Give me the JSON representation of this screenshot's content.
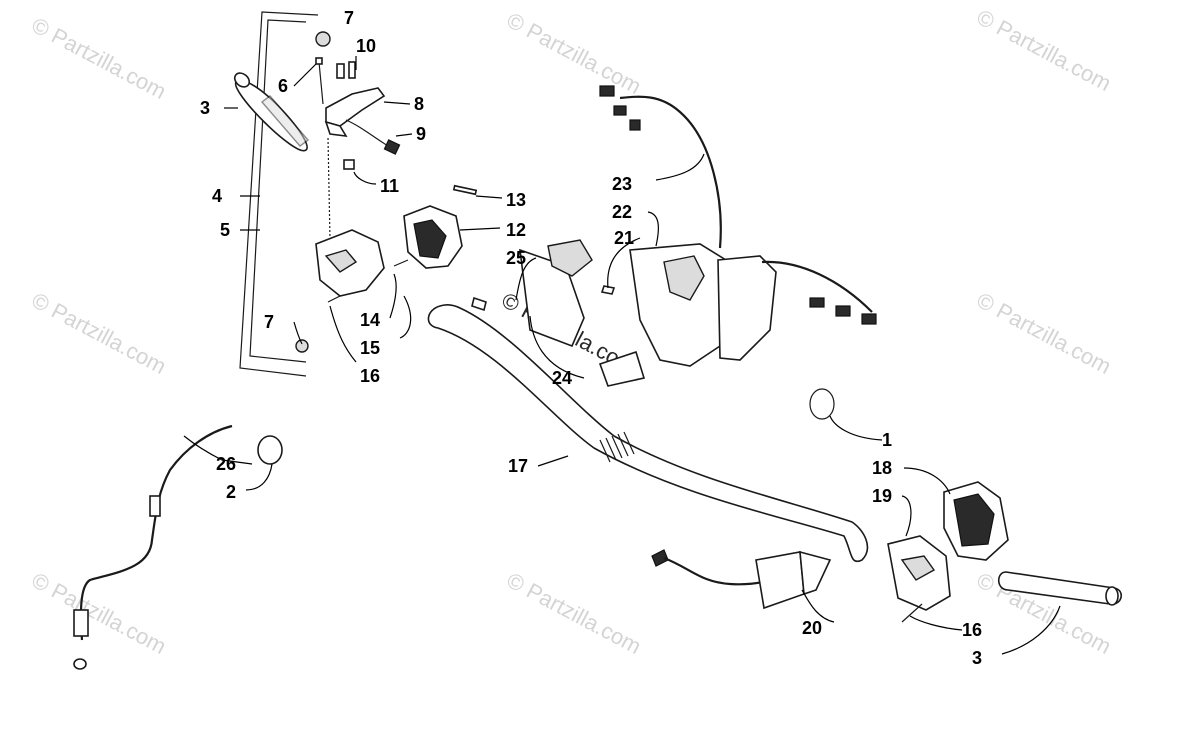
{
  "watermark": {
    "text": "© Partzilla.com",
    "center_text": "© Partzilla.com"
  },
  "callouts": [
    {
      "id": "c7a",
      "label": "7"
    },
    {
      "id": "c10",
      "label": "10"
    },
    {
      "id": "c6",
      "label": "6"
    },
    {
      "id": "c3a",
      "label": "3"
    },
    {
      "id": "c8",
      "label": "8"
    },
    {
      "id": "c9",
      "label": "9"
    },
    {
      "id": "c11",
      "label": "11"
    },
    {
      "id": "c4",
      "label": "4"
    },
    {
      "id": "c5",
      "label": "5"
    },
    {
      "id": "c13",
      "label": "13"
    },
    {
      "id": "c12",
      "label": "12"
    },
    {
      "id": "c7b",
      "label": "7"
    },
    {
      "id": "c14",
      "label": "14"
    },
    {
      "id": "c15",
      "label": "15"
    },
    {
      "id": "c16a",
      "label": "16"
    },
    {
      "id": "c23",
      "label": "23"
    },
    {
      "id": "c22",
      "label": "22"
    },
    {
      "id": "c21",
      "label": "21"
    },
    {
      "id": "c25",
      "label": "25"
    },
    {
      "id": "c24",
      "label": "24"
    },
    {
      "id": "c26",
      "label": "26"
    },
    {
      "id": "c2",
      "label": "2"
    },
    {
      "id": "c17",
      "label": "17"
    },
    {
      "id": "c1",
      "label": "1"
    },
    {
      "id": "c18",
      "label": "18"
    },
    {
      "id": "c19",
      "label": "19"
    },
    {
      "id": "c20",
      "label": "20"
    },
    {
      "id": "c16b",
      "label": "16"
    },
    {
      "id": "c3b",
      "label": "3"
    }
  ]
}
